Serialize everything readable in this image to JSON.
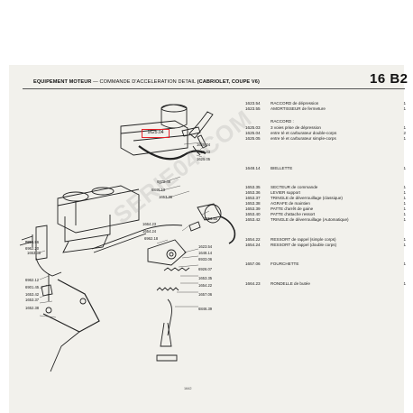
{
  "header": {
    "title_bold": "EQUIPEMENT MOTEUR",
    "title_rest": " — COMMANDE D'ACCELERATION  DETAIL",
    "title_variant": "(CABRIOLET, COUPE V6)",
    "page_code": "16 B2"
  },
  "callout_ref": "1625.04",
  "diagram_labels": {
    "l1": "1625.04",
    "l2": "1625.03",
    "l3": "1625.05",
    "l4": "6879.48",
    "l5": "6846.13",
    "l6": "1653.36",
    "l7": "1653.55",
    "l8": "1664.23",
    "l9": "1654.24",
    "l10": "6962.18",
    "l11": "1623.54",
    "l12": "1648.14",
    "l13": "6933.06",
    "l14": "6926.07",
    "l15": "1653.35",
    "l16": "1654.22",
    "l17": "1657.06",
    "l18": "6846.39",
    "l19": "6815.96",
    "l20": "6962.20",
    "l21": "1653.38",
    "l22": "6962.12",
    "l23": "6901.45",
    "l24": "1653.42",
    "l25": "1653.37",
    "l26": "1652.38"
  },
  "parts": [
    {
      "ref": "1623.54",
      "desc": "RACCORD de dépression",
      "qty": "1"
    },
    {
      "ref": "1623.55",
      "desc": "AMORTISSEUR de fermeture",
      "qty": "1"
    },
    {
      "ref": "",
      "desc": "RACCORD :",
      "qty": ""
    },
    {
      "ref": "1625.03",
      "desc": "3 voies prise de dépression",
      "qty": "1"
    },
    {
      "ref": "1625.04",
      "desc": "entre té et carburateur double-corps",
      "qty": "2"
    },
    {
      "ref": "1625.05",
      "desc": "entre té et carburateur simple-corps",
      "qty": "1"
    },
    {
      "ref": "1648.14",
      "desc": "BIELLETTE",
      "qty": "1"
    },
    {
      "ref": "1653.35",
      "desc": "SECTEUR de commande",
      "qty": "1"
    },
    {
      "ref": "1653.36",
      "desc": "LEVIER support",
      "qty": "1"
    },
    {
      "ref": "1653.37",
      "desc": "TRINGLE de déverrouillage (classique)",
      "qty": "1"
    },
    {
      "ref": "1653.38",
      "desc": "AGRAFE de maintien",
      "qty": "1"
    },
    {
      "ref": "1653.39",
      "desc": "PATTE d'arrêt de gaine",
      "qty": "1"
    },
    {
      "ref": "1653.40",
      "desc": "PATTE d'attache ressort",
      "qty": "1"
    },
    {
      "ref": "1653.42",
      "desc": "TRINGLE de déverrouillage (Automatique)",
      "qty": "1"
    },
    {
      "ref": "1654.22",
      "desc": "RESSORT de rappel (simple corps)",
      "qty": "1"
    },
    {
      "ref": "1654.24",
      "desc": "RESSORT de rappel (double corps)",
      "qty": "1"
    },
    {
      "ref": "1657.06",
      "desc": "FOURCHETTE",
      "qty": "1"
    },
    {
      "ref": "1664.23",
      "desc": "RONDELLE de butée",
      "qty": "1"
    }
  ],
  "footer_number": "1642",
  "watermark": "SERIE04.COM",
  "colors": {
    "callout_border": "#e8232a",
    "page_bg": "#f2f1ec"
  }
}
